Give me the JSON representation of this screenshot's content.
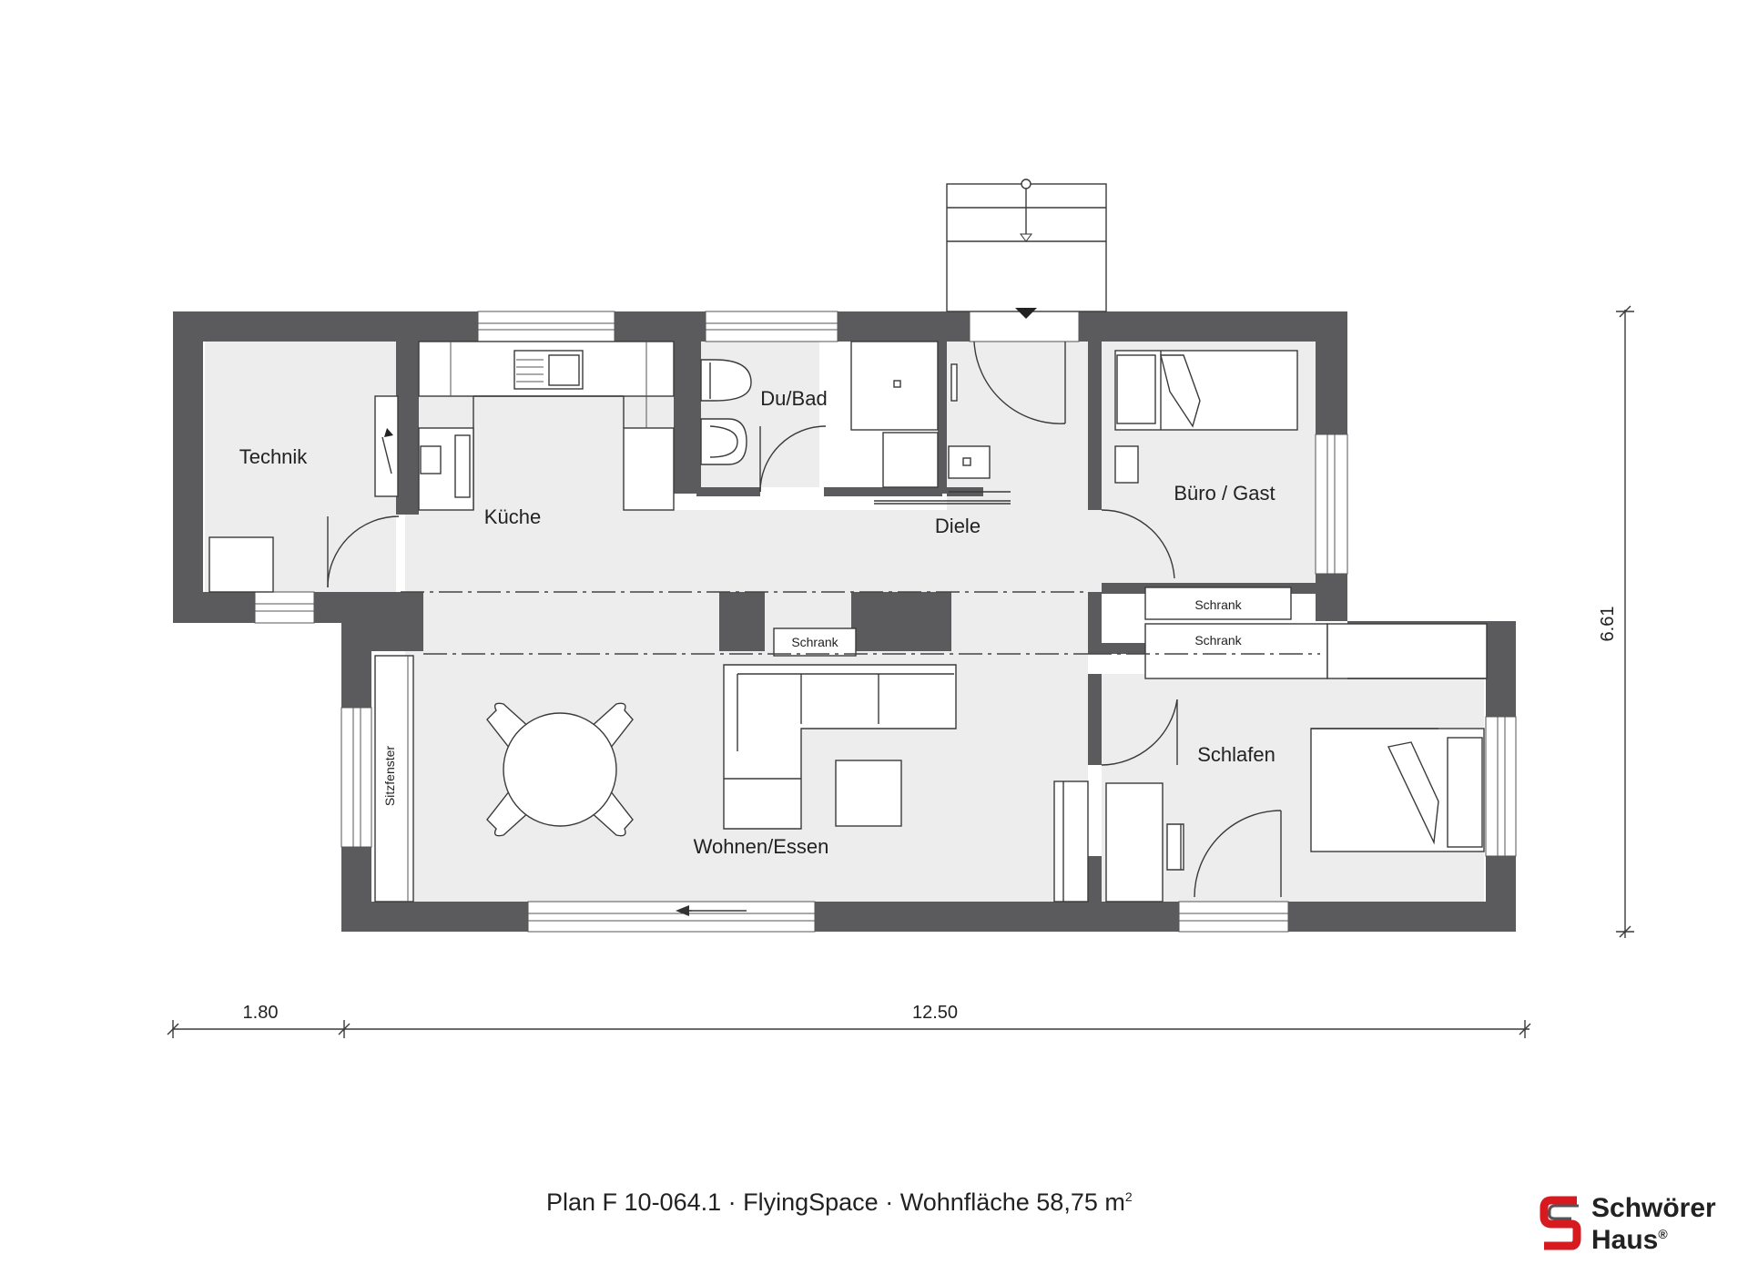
{
  "rooms": {
    "technik": "Technik",
    "kueche": "Küche",
    "dubad": "Du/Bad",
    "diele": "Diele",
    "buero_gast": "Büro / Gast",
    "wohnen_essen": "Wohnen/Essen",
    "schlafen": "Schlafen",
    "sitzfenster": "Sitzfenster",
    "schrank_1": "Schrank",
    "schrank_2": "Schrank",
    "schrank_3": "Schrank"
  },
  "dimensions": {
    "width_left": "1.80",
    "width_main": "12.50",
    "depth": "6.61"
  },
  "caption": {
    "text": "Plan F 10-064.1 · FlyingSpace · Wohnfläche 58,75 m",
    "unit_superscript": "2"
  },
  "logo": {
    "line1": "Schwörer",
    "line2": "Haus",
    "mark": "®",
    "color": "#d71920"
  }
}
